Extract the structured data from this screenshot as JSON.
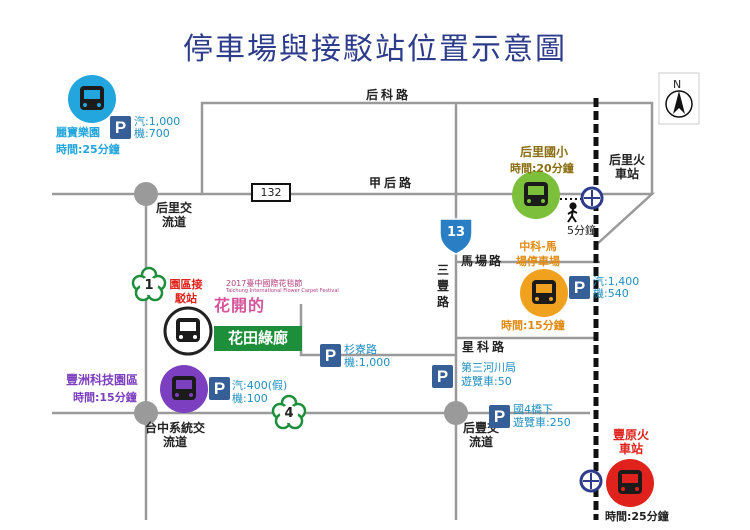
{
  "title": "停車場與接駁站位置示意圖",
  "compass": "N",
  "roads": {
    "houke": "后科路",
    "jiahou": "甲后路",
    "route132": "132",
    "route13": "13",
    "machang": "馬場路",
    "sanfeng": "三豐路",
    "xingke": "星科路"
  },
  "interchanges": {
    "houli": "后里交流道",
    "taichung": "台中系統交流道",
    "houfeng": "后豐交流道"
  },
  "stations": {
    "houli_station": "后里火車站",
    "fengyuan_station": "豐原火車站",
    "fengyuan_time": "時間:25分鐘"
  },
  "shuttle_stops": [
    {
      "name": "麗寶樂園",
      "time": "時間:25分鐘",
      "color": "#22a6dd"
    },
    {
      "name": "后里國小",
      "time": "時間:20分鐘",
      "color": "#7bbf3b"
    },
    {
      "name": "中科-馬場停車場",
      "time": "時間:15分鐘",
      "color": "#f0a21e"
    },
    {
      "name": "豐洲科技園區",
      "time": "時間:15分鐘",
      "color": "#7b3fbf"
    }
  ],
  "walk": "5分鐘",
  "venue": {
    "hub_label": "園區接駁站",
    "corridor": "花田綠廊",
    "festival_name": "2017臺中國際花毯節",
    "festival_sub": "Taichung International Flower Carpet Festival",
    "festival_art": "花開的"
  },
  "gates": {
    "gate1": "1",
    "gate4": "4"
  },
  "parking": [
    {
      "name": "麗寶",
      "lines": [
        "汽:1,000",
        "機:700"
      ]
    },
    {
      "name": "中科馬場",
      "lines": [
        "汽:1,400",
        "機:540"
      ]
    },
    {
      "name": "豐洲",
      "lines": [
        "汽:400(假)",
        "機:100"
      ]
    },
    {
      "name": "",
      "lines": [
        "杉寮路",
        "機:1,000"
      ]
    },
    {
      "name": "",
      "lines": [
        "第三河川局",
        "遊覽車:50"
      ]
    },
    {
      "name": "",
      "lines": [
        "國4橋下",
        "遊覽車:250"
      ]
    }
  ],
  "p_symbol": "P",
  "colors": {
    "title": "#2d3d8c",
    "road": "#9a9a9a",
    "railway": "#111111",
    "parking": "#355f96",
    "parking_text": "#1f8fc0",
    "corridor": "#1d8f3a",
    "fengyuan": "#e0221c",
    "gate": "#1d8f3a"
  }
}
